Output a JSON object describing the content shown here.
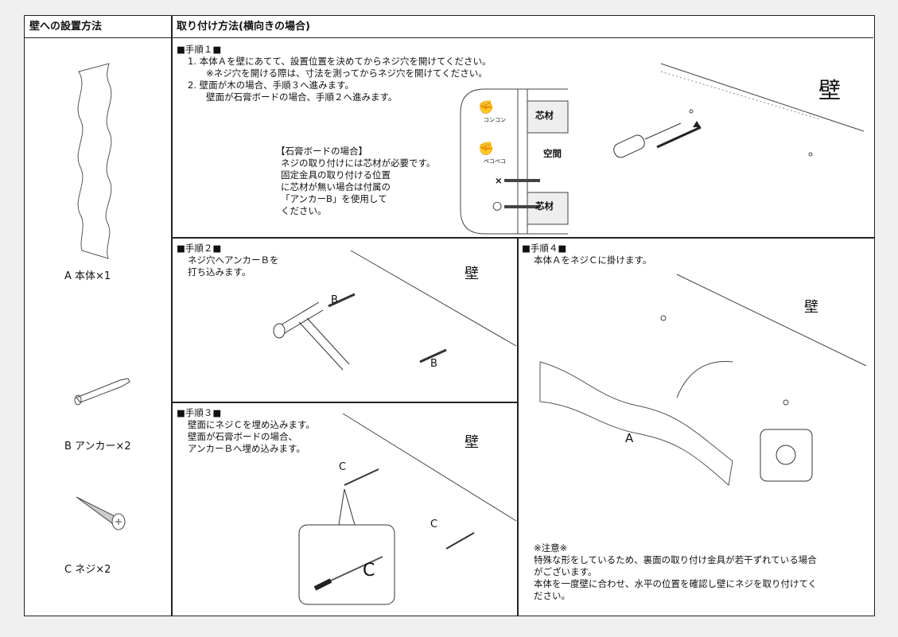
{
  "header": {
    "left": "壁への設置方法",
    "right": "取り付け方法(横向きの場合)"
  },
  "parts": {
    "a": "A 本体×1",
    "b": "B アンカー×2",
    "c": "C ネジ×2"
  },
  "step1": {
    "title": "■手順１■",
    "line1": "1. 本体Ａを壁にあてて、設置位置を決めてからネジ穴を開けてください。",
    "line2": "※ネジ穴を開ける際は、寸法を測ってからネジ穴を開けてください。",
    "line3": "2. 壁面が木の場合、手順３へ進みます。",
    "line4": "壁面が石膏ボードの場合、手順２へ進みます。",
    "board_title": "【石膏ボードの場合】",
    "board_lines": [
      "ネジの取り付けには芯材が必要です。",
      "固定金具の取り付ける位置",
      "に芯材が無い場合は付属の",
      "「アンカーB」を使用して",
      "ください。"
    ],
    "knock1": "コンコン",
    "knock2": "ペコペコ",
    "core": "芯材",
    "space": "空間",
    "ng": "×",
    "ok": "○",
    "wall": "壁"
  },
  "step2": {
    "title": "■手順２■",
    "line1": "ネジ穴へアンカーＢを",
    "line2": "打ち込みます。",
    "wall": "壁",
    "label_b": "B"
  },
  "step3": {
    "title": "■手順３■",
    "line1": "壁面にネジＣを埋め込みます。",
    "line2": "壁面が石膏ボードの場合、",
    "line3": "アンカーＢへ埋め込みます。",
    "wall": "壁",
    "label_c": "C"
  },
  "step4": {
    "title": "■手順４■",
    "line1": "本体ＡをネジＣに掛けます。",
    "wall": "壁",
    "label_a": "A",
    "note_title": "※注意※",
    "note1": "特殊な形をしているため、裏面の取り付け金具が若干ずれている場合",
    "note2": "がございます。",
    "note3": "本体を一度壁に合わせ、水平の位置を確認し壁にネジを取り付けてく",
    "note4": "ださい。"
  }
}
